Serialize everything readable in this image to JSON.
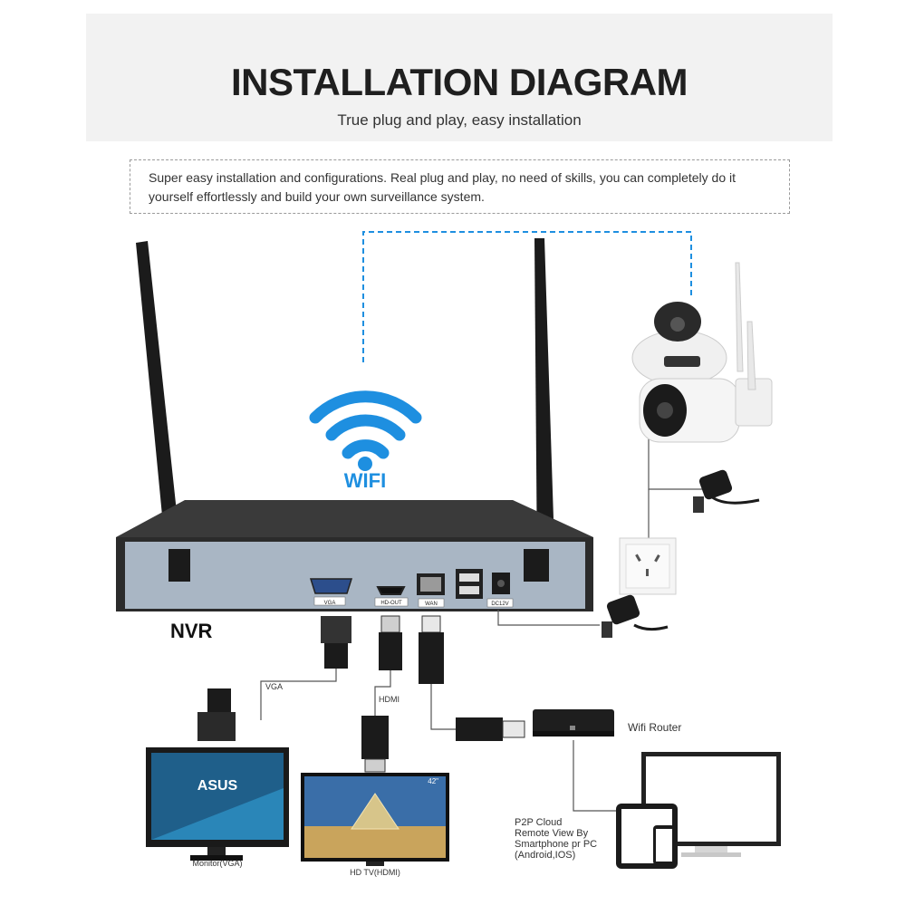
{
  "header": {
    "title": "INSTALLATION DIAGRAM",
    "subtitle": "True plug and play, easy installation"
  },
  "description": "Super easy installation and configurations. Real plug and play, no need of skills, you can completely do it yourself effortlessly and build your own surveillance system.",
  "nvr": {
    "label": "NVR",
    "ports": {
      "vga": "VGA",
      "hdmi": "HD-OUT",
      "wan": "WAN",
      "dc": "DC12V"
    }
  },
  "wifi_label": "WIFI",
  "connections": {
    "vga": "VGA",
    "hdmi": "HDMI",
    "router": "Wifi Router",
    "monitor": "Monitor(VGA)",
    "tv": "HD TV(HDMI)",
    "tv_size": "42\"",
    "monitor_brand": "ASUS",
    "p2p": [
      "P2P Cloud",
      "Remote View By",
      "Smartphone pr PC",
      "(Android,IOS)"
    ]
  },
  "colors": {
    "wifi": "#1e8fe0",
    "accent": "#1e8fe0",
    "nvr_body": "#2b2b2b",
    "nvr_face": "#a9b6c4"
  }
}
